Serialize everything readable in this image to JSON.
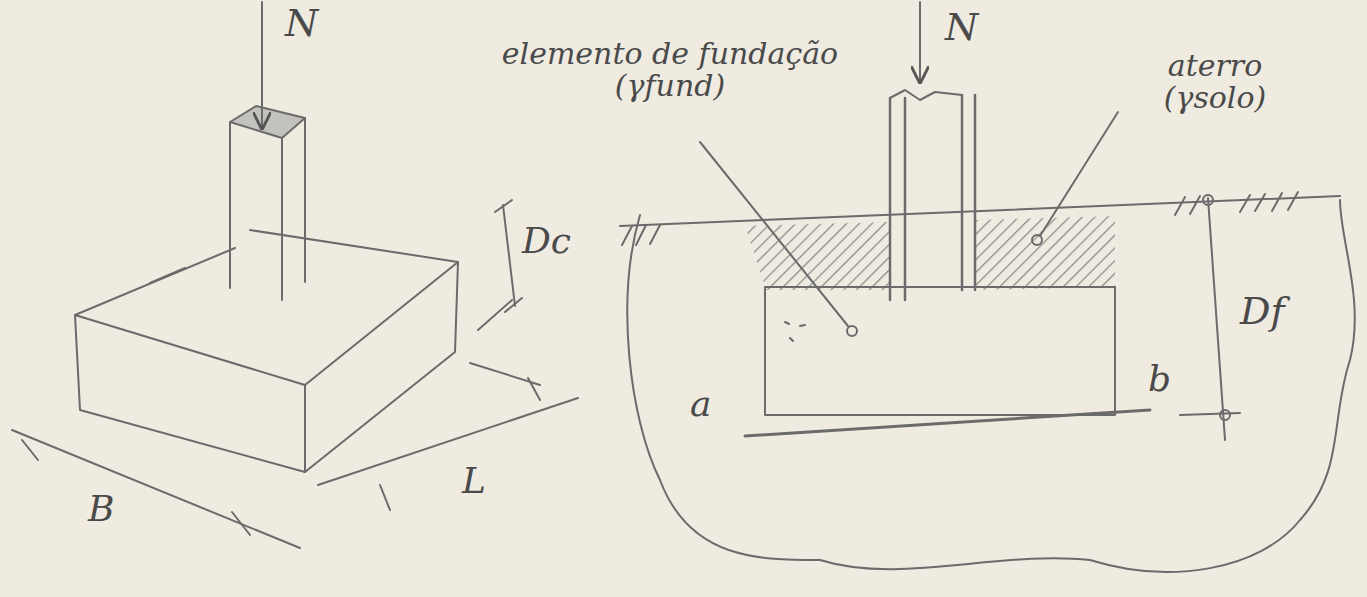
{
  "diagram": {
    "labels": [
      "N",
      "elemento de fundação (γfund)",
      "N",
      "aterro (γsolo)",
      "Dc",
      "Df",
      "a",
      "b",
      "B",
      "L"
    ]
  }
}
